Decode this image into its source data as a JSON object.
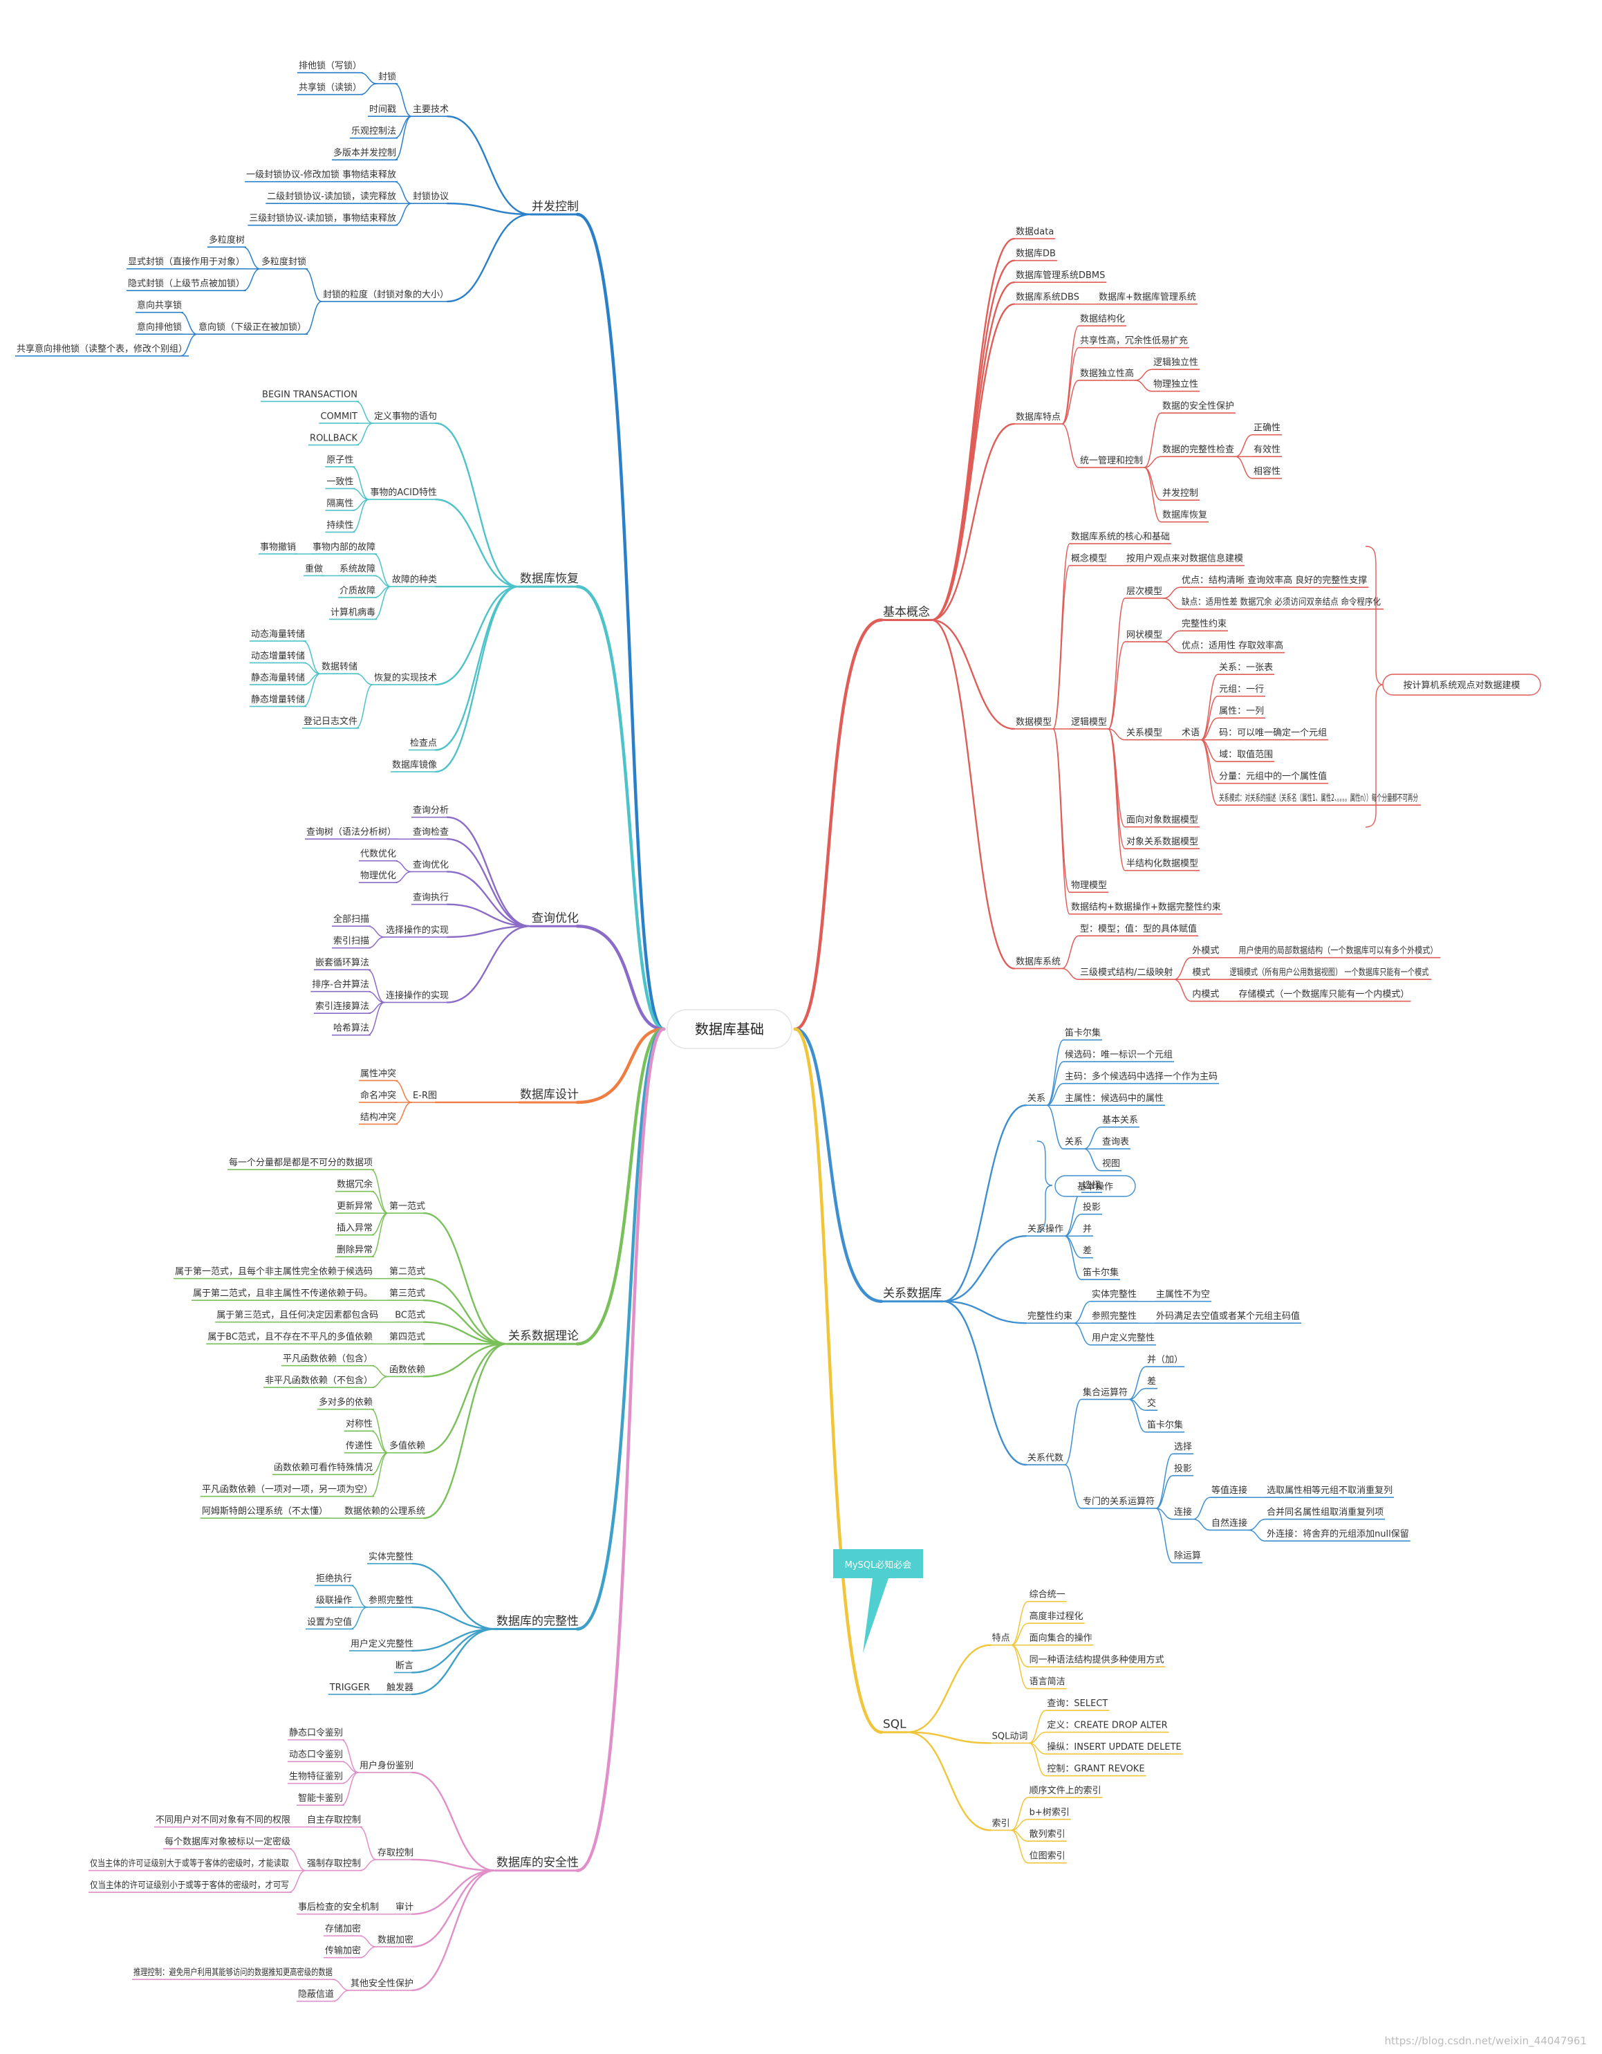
{
  "center": "数据库基础",
  "watermark": "https://blog.csdn.net/weixin_44047961",
  "callout": "MySQL必知必会",
  "colors": {
    "concurrency": "#2a7fc9",
    "recovery": "#4dc3c9",
    "query": "#8a6bc7",
    "design": "#ef7d42",
    "relational_theory": "#7ac05a",
    "integrity": "#3ea0c9",
    "security": "#e08fc8",
    "basics": "#e05c57",
    "relational_db": "#3e8fd0",
    "sql": "#f0c53a",
    "callout": "#4fcfd0"
  },
  "left": [
    {
      "label": "并发控制",
      "color": "concurrency",
      "children": [
        {
          "label": "主要技术",
          "children": [
            {
              "label": "封锁",
              "children": [
                {
                  "label": "排他锁（写锁）"
                },
                {
                  "label": "共享锁（读锁）"
                }
              ]
            },
            {
              "label": "时间戳"
            },
            {
              "label": "乐观控制法"
            },
            {
              "label": "多版本并发控制"
            }
          ]
        },
        {
          "label": "封锁协议",
          "children": [
            {
              "label": "一级封锁协议-修改加锁 事物结束释放"
            },
            {
              "label": "二级封锁协议-读加锁，读完释放"
            },
            {
              "label": "三级封锁协议-读加锁，事物结束释放"
            }
          ]
        },
        {
          "label": "封锁的粒度（封锁对象的大小）",
          "children": [
            {
              "label": "多粒度封锁",
              "children": [
                {
                  "label": "多粒度树"
                },
                {
                  "label": "显式封锁（直接作用于对象）"
                },
                {
                  "label": "隐式封锁（上级节点被加锁）"
                }
              ]
            },
            {
              "label": "意向锁（下级正在被加锁）",
              "children": [
                {
                  "label": "意向共享锁"
                },
                {
                  "label": "意向排他锁"
                },
                {
                  "label": "共享意向排他锁（读整个表，修改个别组）"
                }
              ]
            }
          ]
        }
      ]
    },
    {
      "label": "数据库恢复",
      "color": "recovery",
      "children": [
        {
          "label": "定义事物的语句",
          "children": [
            {
              "label": "BEGIN TRANSACTION"
            },
            {
              "label": "COMMIT"
            },
            {
              "label": "ROLLBACK"
            }
          ]
        },
        {
          "label": "事物的ACID特性",
          "children": [
            {
              "label": "原子性"
            },
            {
              "label": "一致性"
            },
            {
              "label": "隔离性"
            },
            {
              "label": "持续性"
            }
          ]
        },
        {
          "label": "故障的种类",
          "children": [
            {
              "label": "事物内部的故障",
              "children": [
                {
                  "label": "事物撤销"
                }
              ]
            },
            {
              "label": "系统故障",
              "children": [
                {
                  "label": "重做"
                }
              ]
            },
            {
              "label": "介质故障"
            },
            {
              "label": "计算机病毒"
            }
          ]
        },
        {
          "label": "恢复的实现技术",
          "children": [
            {
              "label": "数据转储",
              "children": [
                {
                  "label": "动态海量转储"
                },
                {
                  "label": "动态增量转储"
                },
                {
                  "label": "静态海量转储"
                },
                {
                  "label": "静态增量转储"
                }
              ]
            },
            {
              "label": "登记日志文件"
            }
          ]
        },
        {
          "label": "检查点"
        },
        {
          "label": "数据库镜像"
        }
      ]
    },
    {
      "label": "查询优化",
      "color": "query",
      "children": [
        {
          "label": "查询分析"
        },
        {
          "label": "查询检查",
          "children": [
            {
              "label": "查询树（语法分析树）"
            }
          ]
        },
        {
          "label": "查询优化",
          "children": [
            {
              "label": "代数优化"
            },
            {
              "label": "物理优化"
            }
          ]
        },
        {
          "label": "查询执行"
        },
        {
          "label": "选择操作的实现",
          "children": [
            {
              "label": "全部扫描"
            },
            {
              "label": "索引扫描"
            }
          ]
        },
        {
          "label": "连接操作的实现",
          "children": [
            {
              "label": "嵌套循环算法"
            },
            {
              "label": "排序-合并算法"
            },
            {
              "label": "索引连接算法"
            },
            {
              "label": "哈希算法"
            }
          ]
        }
      ]
    },
    {
      "label": "数据库设计",
      "color": "design",
      "children": [
        {
          "label": "E-R图",
          "children": [
            {
              "label": "属性冲突"
            },
            {
              "label": "命名冲突"
            },
            {
              "label": "结构冲突"
            }
          ]
        }
      ]
    },
    {
      "label": "关系数据理论",
      "color": "relational_theory",
      "children": [
        {
          "label": "第一范式",
          "children": [
            {
              "label": "每一个分量都是都是不可分的数据项"
            },
            {
              "label": "数据冗余"
            },
            {
              "label": "更新异常"
            },
            {
              "label": "插入异常"
            },
            {
              "label": "删除异常"
            }
          ]
        },
        {
          "label": "第二范式",
          "children": [
            {
              "label": "属于第一范式，且每个非主属性完全依赖于候选码"
            }
          ]
        },
        {
          "label": "第三范式",
          "children": [
            {
              "label": "属于第二范式，且非主属性不传递依赖于码。"
            }
          ]
        },
        {
          "label": "BC范式",
          "children": [
            {
              "label": "属于第三范式，且任何决定因素都包含码"
            }
          ]
        },
        {
          "label": "第四范式",
          "children": [
            {
              "label": "属于BC范式，且不存在不平凡的多值依赖"
            }
          ]
        },
        {
          "label": "函数依赖",
          "children": [
            {
              "label": "平凡函数依赖（包含）"
            },
            {
              "label": "非平凡函数依赖（不包含）"
            }
          ]
        },
        {
          "label": "多值依赖",
          "children": [
            {
              "label": "多对多的依赖"
            },
            {
              "label": "对称性"
            },
            {
              "label": "传递性"
            },
            {
              "label": "函数依赖可看作特殊情况"
            },
            {
              "label": "平凡函数依赖（一项对一项，另一项为空）"
            }
          ]
        },
        {
          "label": "数据依赖的公理系统",
          "children": [
            {
              "label": "阿姆斯特朗公理系统（不太懂）"
            }
          ]
        }
      ]
    },
    {
      "label": "数据库的完整性",
      "color": "integrity",
      "children": [
        {
          "label": "实体完整性"
        },
        {
          "label": "参照完整性",
          "children": [
            {
              "label": "拒绝执行"
            },
            {
              "label": "级联操作"
            },
            {
              "label": "设置为空值"
            }
          ]
        },
        {
          "label": "用户定义完整性"
        },
        {
          "label": "断言"
        },
        {
          "label": "触发器",
          "children": [
            {
              "label": "TRIGGER"
            }
          ]
        }
      ]
    },
    {
      "label": "数据库的安全性",
      "color": "security",
      "children": [
        {
          "label": "用户身份鉴别",
          "children": [
            {
              "label": "静态口令鉴别"
            },
            {
              "label": "动态口令鉴别"
            },
            {
              "label": "生物特征鉴别"
            },
            {
              "label": "智能卡鉴别"
            }
          ]
        },
        {
          "label": "存取控制",
          "children": [
            {
              "label": "自主存取控制",
              "children": [
                {
                  "label": "不同用户对不同对象有不同的权限"
                }
              ]
            },
            {
              "label": "强制存取控制",
              "children": [
                {
                  "label": "每个数据库对象被标以一定密级"
                },
                {
                  "label": "仅当主体的许可证级别大于或等于客体的密级时，才能读取"
                },
                {
                  "label": "仅当主体的许可证级别小于或等于客体的密级时，才可写"
                }
              ]
            }
          ]
        },
        {
          "label": "审计",
          "children": [
            {
              "label": "事后检查的安全机制"
            }
          ]
        },
        {
          "label": "数据加密",
          "children": [
            {
              "label": "存储加密"
            },
            {
              "label": "传输加密"
            }
          ]
        },
        {
          "label": "其他安全性保护",
          "children": [
            {
              "label": "推理控制：避免用户利用其能够访问的数据推知更高密级的数据"
            },
            {
              "label": "隐蔽信道"
            }
          ]
        }
      ]
    }
  ],
  "right": [
    {
      "label": "基本概念",
      "color": "basics",
      "children": [
        {
          "label": "数据data"
        },
        {
          "label": "数据库DB"
        },
        {
          "label": "数据库管理系统DBMS"
        },
        {
          "label": "数据库系统DBS",
          "children": [
            {
              "label": "数据库+数据库管理系统"
            }
          ]
        },
        {
          "label": "数据库特点",
          "children": [
            {
              "label": "数据结构化"
            },
            {
              "label": "共享性高，冗余性低易扩充"
            },
            {
              "label": "数据独立性高",
              "children": [
                {
                  "label": "逻辑独立性"
                },
                {
                  "label": "物理独立性"
                }
              ]
            },
            {
              "label": "统一管理和控制",
              "children": [
                {
                  "label": "数据的安全性保护"
                },
                {
                  "label": "数据的完整性检查",
                  "children": [
                    {
                      "label": "正确性"
                    },
                    {
                      "label": "有效性"
                    },
                    {
                      "label": "相容性"
                    }
                  ]
                },
                {
                  "label": "并发控制"
                },
                {
                  "label": "数据库恢复"
                }
              ]
            }
          ]
        },
        {
          "label": "数据模型",
          "children": [
            {
              "label": "数据库系统的核心和基础"
            },
            {
              "label": "概念模型",
              "children": [
                {
                  "label": "按用户观点来对数据信息建模"
                }
              ]
            },
            {
              "label": "逻辑模型",
              "children": [
                {
                  "label": "层次模型",
                  "children": [
                    {
                      "label": "优点：结构清晰   查询效率高   良好的完整性支撑"
                    },
                    {
                      "label": "缺点：适用性差 数据冗余 必须访问双亲结点 命令程序化"
                    }
                  ]
                },
                {
                  "label": "网状模型",
                  "children": [
                    {
                      "label": "完整性约束"
                    },
                    {
                      "label": "优点：适用性 存取效率高"
                    }
                  ]
                },
                {
                  "label": "关系模型",
                  "children": [
                    {
                      "label": "术语",
                      "children": [
                        {
                          "label": "关系：一张表"
                        },
                        {
                          "label": "元组：一行"
                        },
                        {
                          "label": "属性：一列"
                        },
                        {
                          "label": "码：可以唯一确定一个元组"
                        },
                        {
                          "label": "域：取值范围"
                        },
                        {
                          "label": "分量：元组中的一个属性值"
                        },
                        {
                          "label": "关系模式：对关系的描述（关系名（属性1、属性2、。。。。属性n））每个分量都不可再分"
                        }
                      ]
                    }
                  ]
                },
                {
                  "label": "面向对象数据模型"
                },
                {
                  "label": "对象关系数据模型"
                },
                {
                  "label": "半结构化数据模型"
                }
              ]
            },
            {
              "label": "物理模型"
            },
            {
              "label": "数据结构+数据操作+数据完整性约束"
            }
          ]
        },
        {
          "label": "数据库系统",
          "children": [
            {
              "label": "型：模型；值：型的具体赋值"
            },
            {
              "label": "三级模式结构/二级映射",
              "children": [
                {
                  "label": "外模式",
                  "children": [
                    {
                      "label": "用户使用的局部数据结构（一个数据库可以有多个外模式）"
                    }
                  ]
                },
                {
                  "label": "模式",
                  "children": [
                    {
                      "label": "逻辑模式（所有用户公用数据视图） 一个数据库只能有一个模式"
                    }
                  ]
                },
                {
                  "label": "内模式",
                  "children": [
                    {
                      "label": "存储模式（一个数据库只能有一个内模式）"
                    }
                  ]
                }
              ]
            }
          ]
        }
      ]
    },
    {
      "label": "关系数据库",
      "color": "relational_db",
      "children": [
        {
          "label": "关系",
          "children": [
            {
              "label": "笛卡尔集"
            },
            {
              "label": "候选码：唯一标识一个元组"
            },
            {
              "label": "主码：多个候选码中选择一个作为主码"
            },
            {
              "label": "主属性：候选码中的属性"
            },
            {
              "label": "关系",
              "children": [
                {
                  "label": "基本关系"
                },
                {
                  "label": "查询表"
                },
                {
                  "label": "视图"
                }
              ]
            }
          ]
        },
        {
          "label": "关系操作",
          "children": [
            {
              "label": "选择"
            },
            {
              "label": "投影"
            },
            {
              "label": "并"
            },
            {
              "label": "差"
            },
            {
              "label": "笛卡尔集"
            }
          ]
        },
        {
          "label": "完整性约束",
          "children": [
            {
              "label": "实体完整性",
              "children": [
                {
                  "label": "主属性不为空"
                }
              ]
            },
            {
              "label": "参照完整性",
              "children": [
                {
                  "label": "外码满足去空值或者某个元组主码值"
                }
              ]
            },
            {
              "label": "用户定义完整性"
            }
          ]
        },
        {
          "label": "关系代数",
          "children": [
            {
              "label": "集合运算符",
              "children": [
                {
                  "label": "并（加）"
                },
                {
                  "label": "差"
                },
                {
                  "label": "交"
                },
                {
                  "label": "笛卡尔集"
                }
              ]
            },
            {
              "label": "专门的关系运算符",
              "children": [
                {
                  "label": "选择"
                },
                {
                  "label": "投影"
                },
                {
                  "label": "连接",
                  "children": [
                    {
                      "label": "等值连接",
                      "children": [
                        {
                          "label": "选取属性相等元组不取消重复列"
                        }
                      ]
                    },
                    {
                      "label": "自然连接",
                      "children": [
                        {
                          "label": "合并同名属性组取消重复列项"
                        },
                        {
                          "label": "外连接：将舍弃的元组添加null保留"
                        }
                      ]
                    }
                  ]
                },
                {
                  "label": "除运算"
                }
              ]
            }
          ]
        }
      ]
    },
    {
      "label": "SQL",
      "color": "sql",
      "children": [
        {
          "label": "特点",
          "children": [
            {
              "label": "综合统一"
            },
            {
              "label": "高度非过程化"
            },
            {
              "label": "面向集合的操作"
            },
            {
              "label": "同一种语法结构提供多种使用方式"
            },
            {
              "label": "语言简洁"
            }
          ]
        },
        {
          "label": "SQL动词",
          "children": [
            {
              "label": "查询：SELECT"
            },
            {
              "label": "定义：CREATE DROP ALTER"
            },
            {
              "label": "操纵：INSERT UPDATE DELETE"
            },
            {
              "label": "控制：GRANT REVOKE"
            }
          ]
        },
        {
          "label": "索引",
          "children": [
            {
              "label": "顺序文件上的索引"
            },
            {
              "label": "b+树索引"
            },
            {
              "label": "散列索引"
            },
            {
              "label": "位图索引"
            }
          ]
        }
      ]
    }
  ],
  "summaries": [
    {
      "label": "按计算机系统观点对数据建模"
    },
    {
      "label": "基本操作"
    }
  ]
}
